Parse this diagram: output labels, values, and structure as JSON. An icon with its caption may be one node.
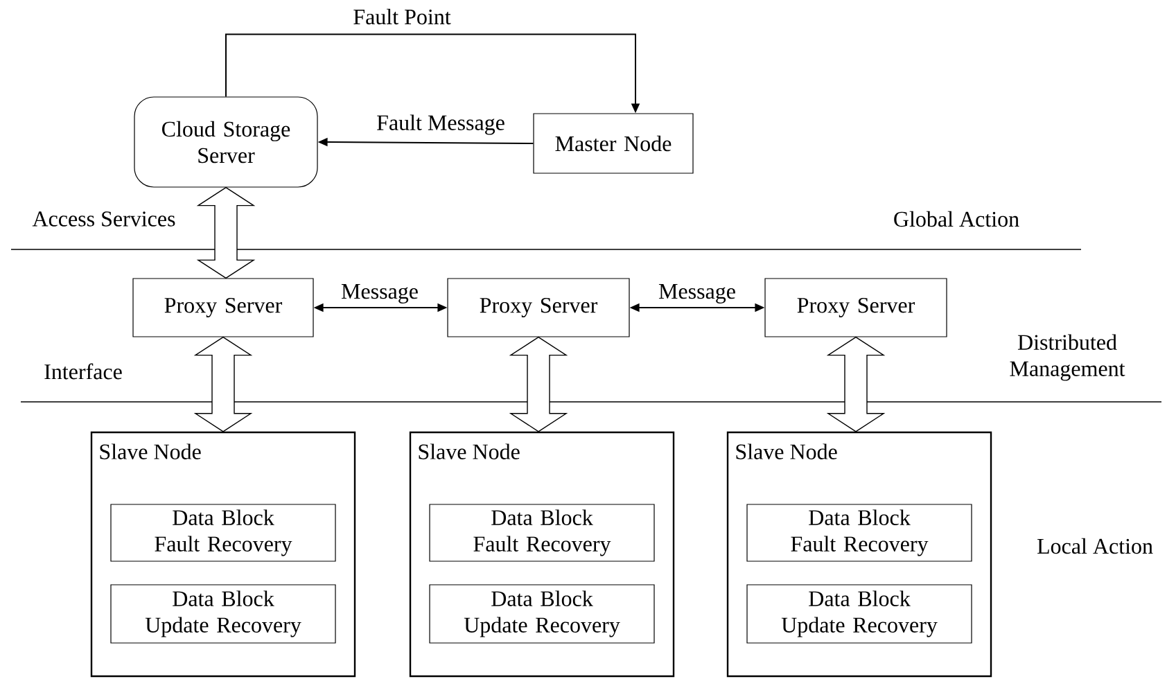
{
  "diagram": {
    "nodes": [
      {
        "text": [
          "Cloud Storage Server"
        ]
      },
      {
        "text": [
          "Master Node"
        ]
      },
      {
        "text": [
          "Proxy Server"
        ]
      },
      {
        "text": [
          "Proxy Server"
        ]
      },
      {
        "text": [
          "Proxy Server"
        ]
      },
      {
        "text": [
          "Slave Node"
        ]
      },
      {
        "text": [
          "Data Block Fault Recovery"
        ],
        "in": 5
      },
      {
        "text": [
          "Data Block Update Recovery"
        ],
        "in": 5
      },
      {
        "text": [
          "Slave Node"
        ]
      },
      {
        "text": [
          "Data Block Fault Recovery"
        ],
        "in": 8
      },
      {
        "text": [
          "Data Block Update Recovery"
        ],
        "in": 8
      },
      {
        "text": [
          "Slave Node"
        ]
      },
      {
        "text": [
          "Data Block Fault Recovery"
        ],
        "in": 11
      },
      {
        "text": [
          "Data Block Update Recovery"
        ],
        "in": 11
      }
    ],
    "edges": [
      {
        "from": 0,
        "to": 1,
        "arrow": "to",
        "label": "Fault Point"
      },
      {
        "from": 1,
        "to": 0,
        "arrow": "to",
        "label": "Fault Message"
      },
      {
        "from": 0,
        "to": 2,
        "arrow": "both",
        "label": "Access Services",
        "style": "thick"
      },
      {
        "from": 2,
        "to": 3,
        "arrow": "both",
        "label": "Message"
      },
      {
        "from": 3,
        "to": 4,
        "arrow": "both",
        "label": "Message"
      },
      {
        "from": 2,
        "to": 5,
        "arrow": "both",
        "label": "Interface",
        "style": "thick"
      },
      {
        "from": 3,
        "to": 8,
        "arrow": "both",
        "style": "thick"
      },
      {
        "from": 4,
        "to": 11,
        "arrow": "both",
        "style": "thick"
      }
    ],
    "labels": [
      "Global Action",
      "Distributed Management",
      "Local Action"
    ]
  }
}
